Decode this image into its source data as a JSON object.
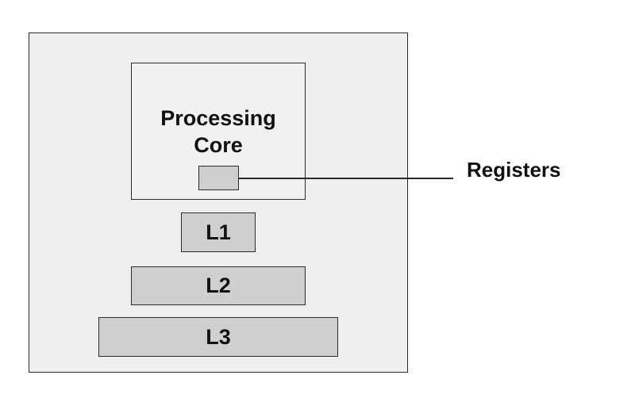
{
  "diagram": {
    "core": {
      "label_line1": "Processing",
      "label_line2": "Core"
    },
    "registers": {
      "label": "Registers"
    },
    "caches": [
      {
        "label": "L1"
      },
      {
        "label": "L2"
      },
      {
        "label": "L3"
      }
    ]
  },
  "colors": {
    "chip_fill": "#efefef",
    "box_fill": "#cfcfcf",
    "stroke": "#2b2b2b",
    "text": "#111111"
  }
}
